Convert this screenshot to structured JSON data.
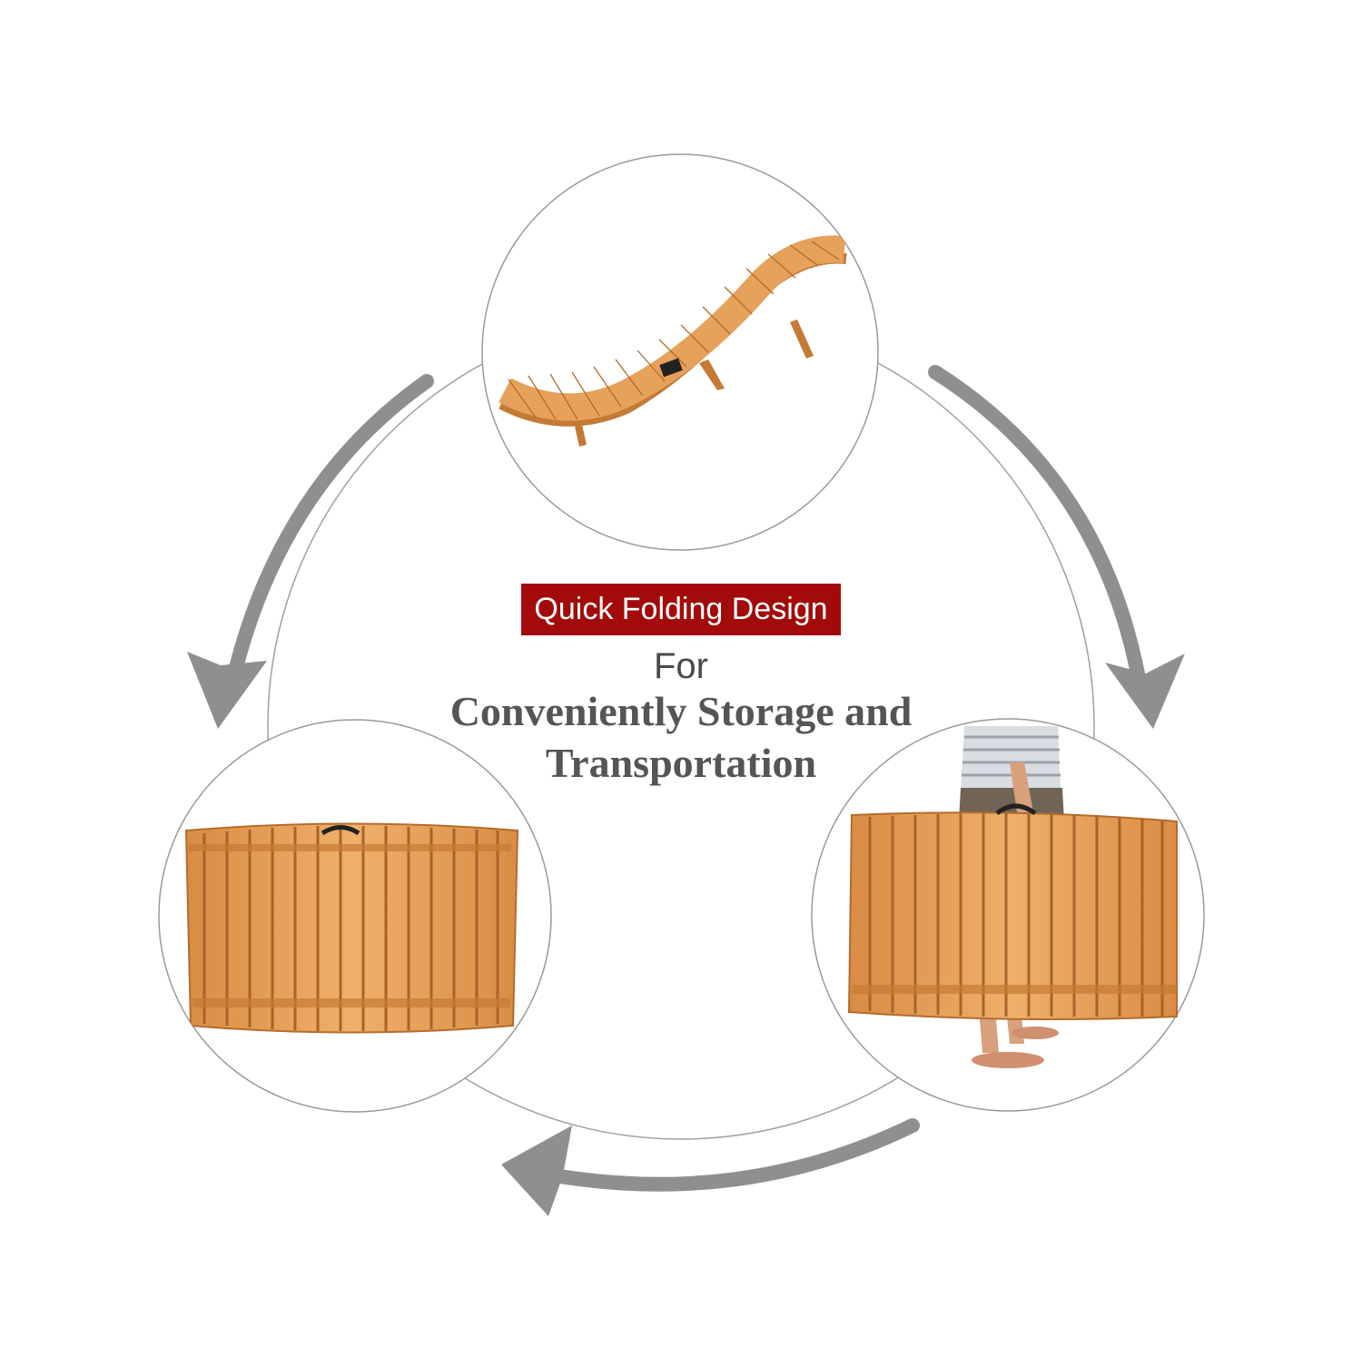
{
  "badge": {
    "label": "Quick Folding Design",
    "color": "#a30b0b"
  },
  "for_label": "For",
  "headline_lines": [
    "Conveniently Storage and",
    "Transportation"
  ],
  "colors": {
    "arrow": "#8f8f8f",
    "ring": "#9a9a9a",
    "wood": "#e6a15a",
    "wood_dark": "#c47a35"
  },
  "icons": [
    "folding-lounger-open-photo",
    "folded-lounger-photo",
    "carrying-folded-lounger-photo",
    "cycle-arrow-icon"
  ]
}
